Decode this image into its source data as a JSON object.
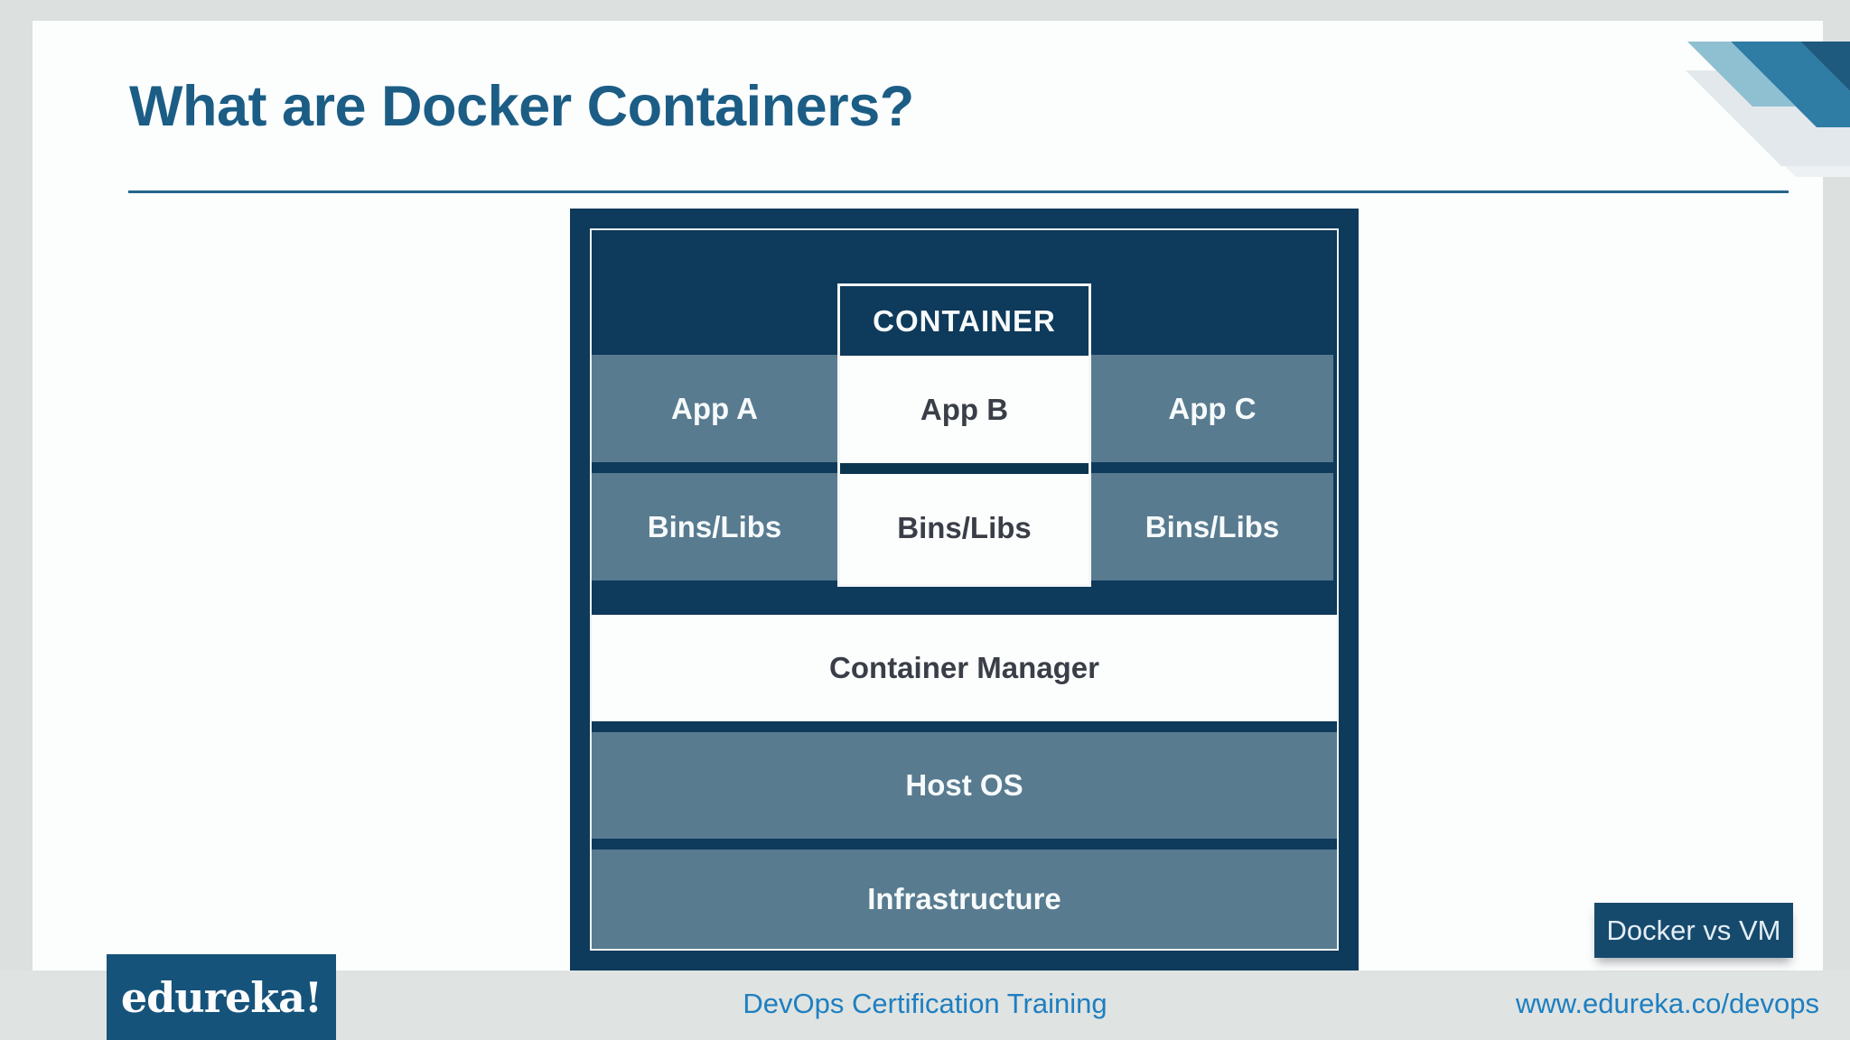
{
  "slide": {
    "title": "What are Docker Containers?"
  },
  "diagram": {
    "container_label": "CONTAINER",
    "columns": [
      {
        "app": "App A",
        "bins": "Bins/Libs"
      },
      {
        "app": "App B",
        "bins": "Bins/Libs"
      },
      {
        "app": "App C",
        "bins": "Bins/Libs"
      }
    ],
    "layers": [
      {
        "label": "Container Manager"
      },
      {
        "label": "Host OS"
      },
      {
        "label": "Infrastructure"
      }
    ]
  },
  "footer": {
    "logo": "edureka!",
    "center": "DevOps Certification Training",
    "right": "www.edureka.co/devops"
  },
  "cta": {
    "label": "Docker vs VM"
  },
  "theme": {
    "navy": "#0e3a5b",
    "grayblue": "#587b90",
    "titleblue": "#1b5d85",
    "linkblue": "#1e7fc1",
    "logobg": "#15537b",
    "ctabg": "#164a6d",
    "footerbg": "#dfe3e1",
    "pagebg": "#dce1df"
  }
}
